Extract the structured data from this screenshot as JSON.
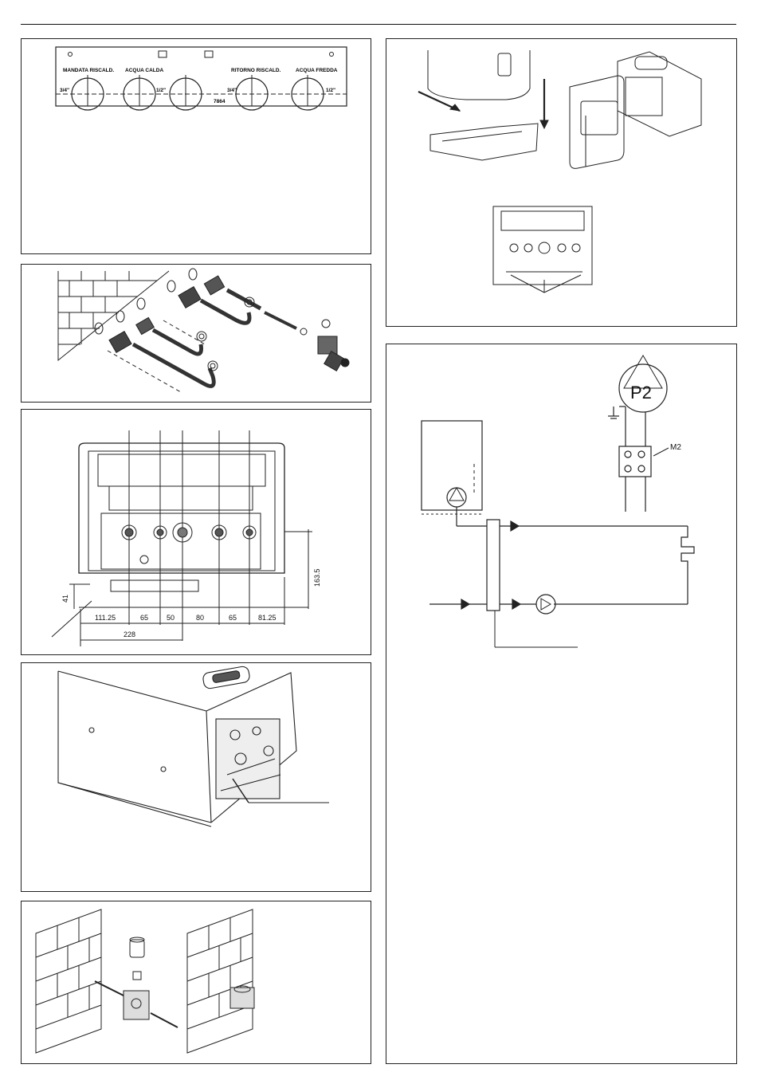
{
  "fig1": {
    "labels": [
      "MANDATA RISCALD.",
      "ACQUA CALDA",
      "RITORNO RISCALD.",
      "ACQUA FREDDA"
    ],
    "sizes": [
      "3/4\"",
      "1/2\"",
      "3/4\"",
      "1/2\""
    ],
    "code": "7864"
  },
  "fig3": {
    "dims_bottom": [
      "111.25",
      "65",
      "50",
      "80",
      "65",
      "81.25"
    ],
    "dim_total": "228",
    "dim_left": "41",
    "dim_right": "163.5"
  },
  "fig8": {
    "pump_label": "P2",
    "terminal_label": "M2"
  }
}
